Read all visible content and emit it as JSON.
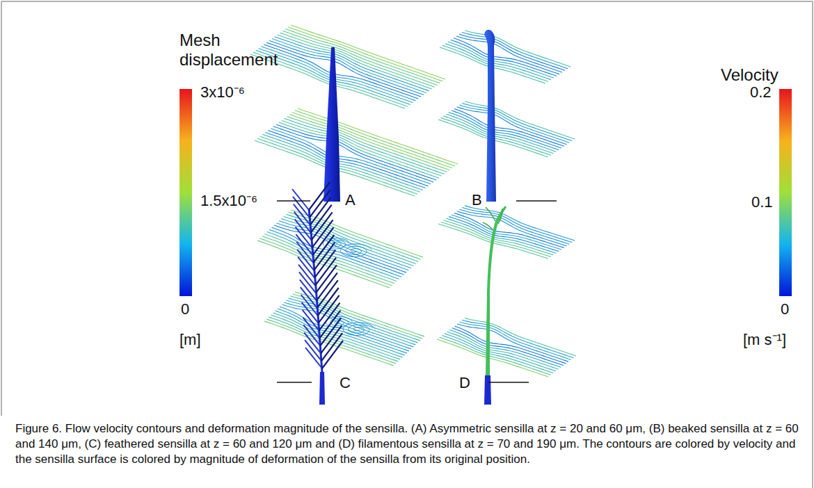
{
  "diagram": {
    "caption": "Figure 6. Flow velocity contours and deformation magnitude of the sensilla. (A) Asymmetric sensilla at z = 20 and 60 μm, (B) beaked sensilla at z = 60 and 140 μm, (C) feathered sensilla at z = 60 and 120 μm and (D) filamentous sensilla at z = 70 and 190 μm. The contours are colored by velocity and the sensilla surface is colored by magnitude of deformation of the sensilla from its original position.",
    "labels": [
      "Mesh displacement",
      "3x10⁻⁶",
      "1.5x10⁻⁶",
      "0",
      "[m]",
      "Velocity",
      "0.2",
      "0.1",
      "0",
      "[m s⁻¹]",
      "A",
      "B",
      "C",
      "D"
    ]
  }
}
